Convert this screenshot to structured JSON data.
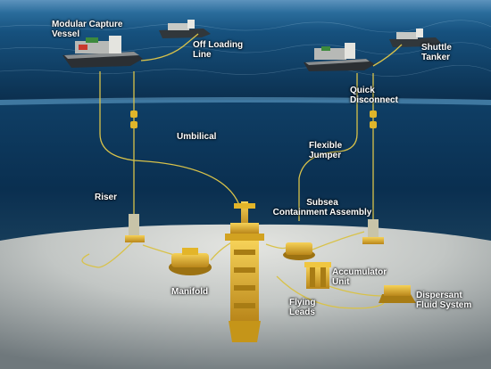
{
  "colors": {
    "sky_top": "#6fa3c9",
    "sea_surface": "#1f5f8e",
    "deep_water": "#0a2c4a",
    "seabed_light": "#d9dbd6",
    "seabed_dark": "#8d9497",
    "equipment_yellow": "#e8b420",
    "line_yellow": "#d8c24a",
    "label_white": "#ffffff"
  },
  "labels": {
    "modular_capture_vessel": "Modular Capture\nVessel",
    "off_loading_line": "Off Loading\nLine",
    "shuttle_tanker": "Shuttle\nTanker",
    "quick_disconnect": "Quick\nDisconnect",
    "umbilical": "Umbilical",
    "flexible_jumper": "Flexible\nJumper",
    "riser": "Riser",
    "subsea_containment_assembly": "Subsea\nContainment Assembly",
    "manifold": "Manifold",
    "accumulator_unit": "Accumulator\nUnit",
    "flying_leads": "Flying\nLeads",
    "dispersant_fluid_system": "Dispersant\nFluid System"
  }
}
